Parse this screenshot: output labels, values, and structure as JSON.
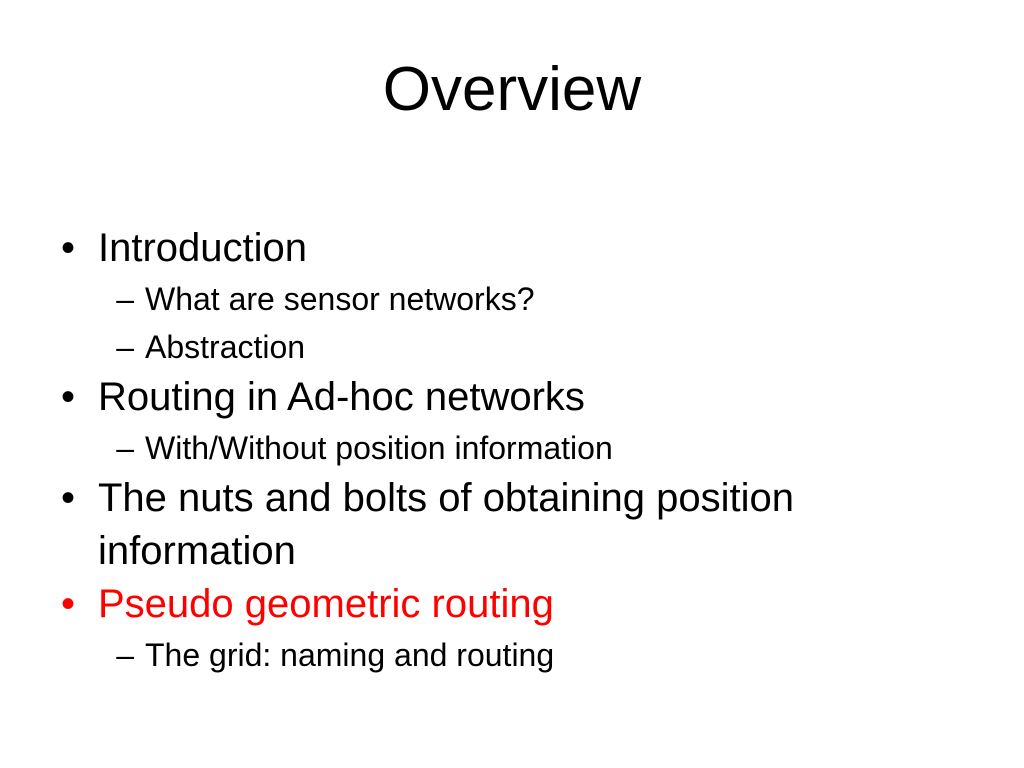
{
  "slide": {
    "title": "Overview",
    "background_color": "#ffffff",
    "text_color": "#000000",
    "accent_color": "#ff0000",
    "bullet_marker_level1": "•",
    "bullet_marker_level2": "–",
    "items": [
      {
        "level": 1,
        "text": "Introduction",
        "color": "#000000"
      },
      {
        "level": 2,
        "text": "What are sensor networks?",
        "color": "#000000"
      },
      {
        "level": 2,
        "text": "Abstraction",
        "color": "#000000"
      },
      {
        "level": 1,
        "text": "Routing in Ad-hoc networks",
        "color": "#000000"
      },
      {
        "level": 2,
        "text": "With/Without position information",
        "color": "#000000"
      },
      {
        "level": 1,
        "text": "The nuts and bolts of obtaining position information",
        "color": "#000000"
      },
      {
        "level": 1,
        "text": "Pseudo geometric routing",
        "color": "#ff0000"
      },
      {
        "level": 2,
        "text": "The grid: naming and routing",
        "color": "#000000"
      }
    ]
  }
}
